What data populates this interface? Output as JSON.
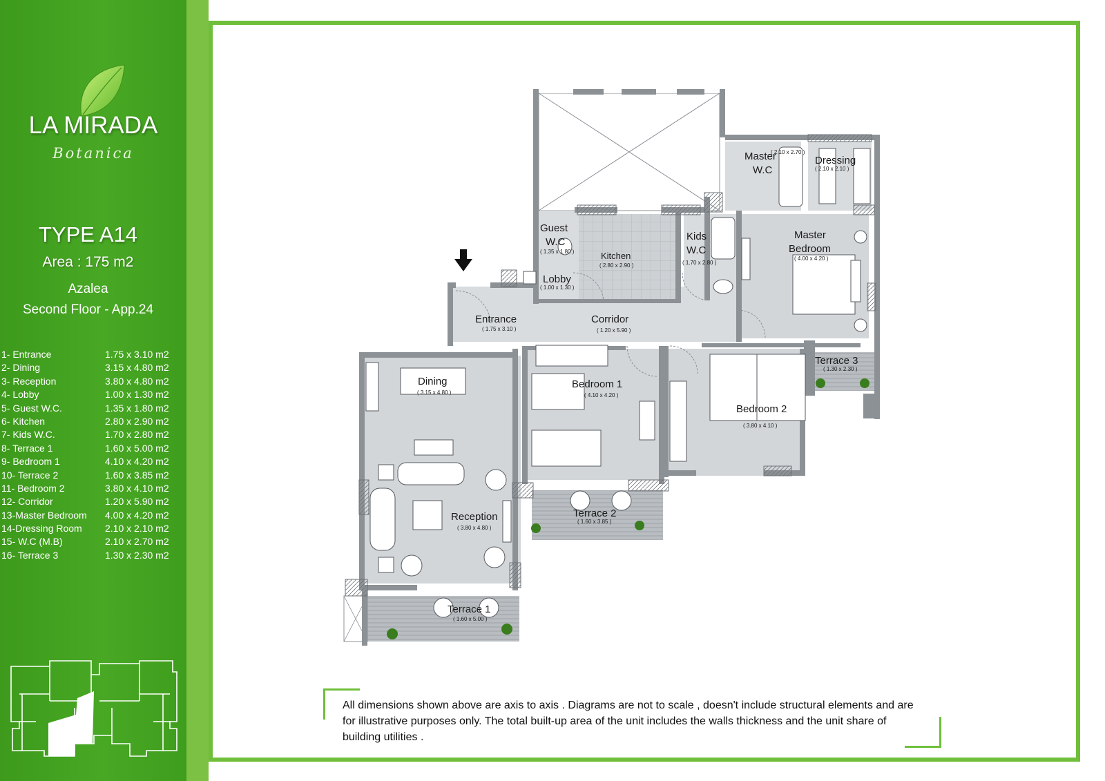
{
  "brand": {
    "name": "LA MIRADA",
    "sub": "Botanica"
  },
  "unit": {
    "type": "TYPE A14",
    "area": "Area : 175 m2",
    "building": "Azalea",
    "floor": "Second Floor - App.24"
  },
  "rooms": [
    {
      "name": "1- Entrance",
      "dims": "1.75 x 3.10 m2"
    },
    {
      "name": "2- Dining",
      "dims": "3.15 x 4.80 m2"
    },
    {
      "name": "3- Reception",
      "dims": "3.80 x 4.80 m2"
    },
    {
      "name": "4- Lobby",
      "dims": "1.00 x 1.30 m2"
    },
    {
      "name": "5- Guest W.C.",
      "dims": "1.35 x 1.80 m2"
    },
    {
      "name": "6- Kitchen",
      "dims": "2.80 x 2.90 m2"
    },
    {
      "name": "7- Kids W.C.",
      "dims": "1.70 x 2.80  m2"
    },
    {
      "name": "8- Terrace 1",
      "dims": "1.60 x 5.00 m2"
    },
    {
      "name": "9- Bedroom 1",
      "dims": "4.10 x 4.20 m2"
    },
    {
      "name": "10- Terrace 2",
      "dims": "1.60 x 3.85 m2"
    },
    {
      "name": "11- Bedroom 2",
      "dims": "3.80 x 4.10 m2"
    },
    {
      "name": "12- Corridor",
      "dims": "1.20 x 5.90 m2"
    },
    {
      "name": "13-Master Bedroom",
      "dims": "4.00 x 4.20 m2"
    },
    {
      "name": "14-Dressing Room",
      "dims": "2.10 x 2.10 m2"
    },
    {
      "name": "15- W.C (M.B)",
      "dims": "2.10 x 2.70 m2"
    },
    {
      "name": "16- Terrace 3",
      "dims": "1.30 x 2.30 m2"
    }
  ],
  "plan_labels": {
    "entrance": "Entrance",
    "entrance_dim": "( 1.75 x 3.10 )",
    "corridor": "Corridor",
    "corridor_dim": "( 1.20 x 5.90 )",
    "dining": "Dining",
    "dining_dim": "( 3.15 x 4.80 )",
    "reception": "Reception",
    "reception_dim": "( 3.80 x 4.80 )",
    "lobby": "Lobby",
    "lobby_dim": "( 1.00 x 1.30 )",
    "guest_wc_1": "Guest",
    "guest_wc_2": "W.C",
    "guest_wc_dim": "( 1.35 x 1.80 )",
    "kitchen": "Kitchen",
    "kitchen_dim": "( 2.80 x 2.90 )",
    "kids_wc_1": "Kids",
    "kids_wc_2": "W.C",
    "kids_wc_dim": "( 1.70 x 2.80 )",
    "terrace1": "Terrace 1",
    "terrace1_dim": "( 1.60 x 5.00 )",
    "bedroom1": "Bedroom 1",
    "bedroom1_dim": "( 4.10 x 4.20 )",
    "terrace2": "Terrace 2",
    "terrace2_dim": "( 1.60 x 3.85 )",
    "bedroom2": "Bedroom 2",
    "bedroom2_dim": "( 3.80 x 4.10 )",
    "master_bed_1": "Master",
    "master_bed_2": "Bedroom",
    "master_bed_dim": "( 4.00 x 4.20 )",
    "dressing": "Dressing",
    "dressing_dim": "( 2.10 x 2.10 )",
    "master_wc_1": "Master",
    "master_wc_2": "W.C",
    "master_wc_dim": "( 2.10 x 2.70 )",
    "terrace3": "Terrace 3",
    "terrace3_dim": "( 1.30 x 2.30 )"
  },
  "disclaimer": "All dimensions shown above are axis to axis . Diagrams are not to scale , doesn't include structural elements and are for illustrative purposes only. The total built-up area of the unit includes the walls thickness and the unit share of building utilities .",
  "colors": {
    "sidebar": "#48a824",
    "accent": "#6fbf3a",
    "wall": "#8c9196",
    "floor": "#d9dcde"
  }
}
